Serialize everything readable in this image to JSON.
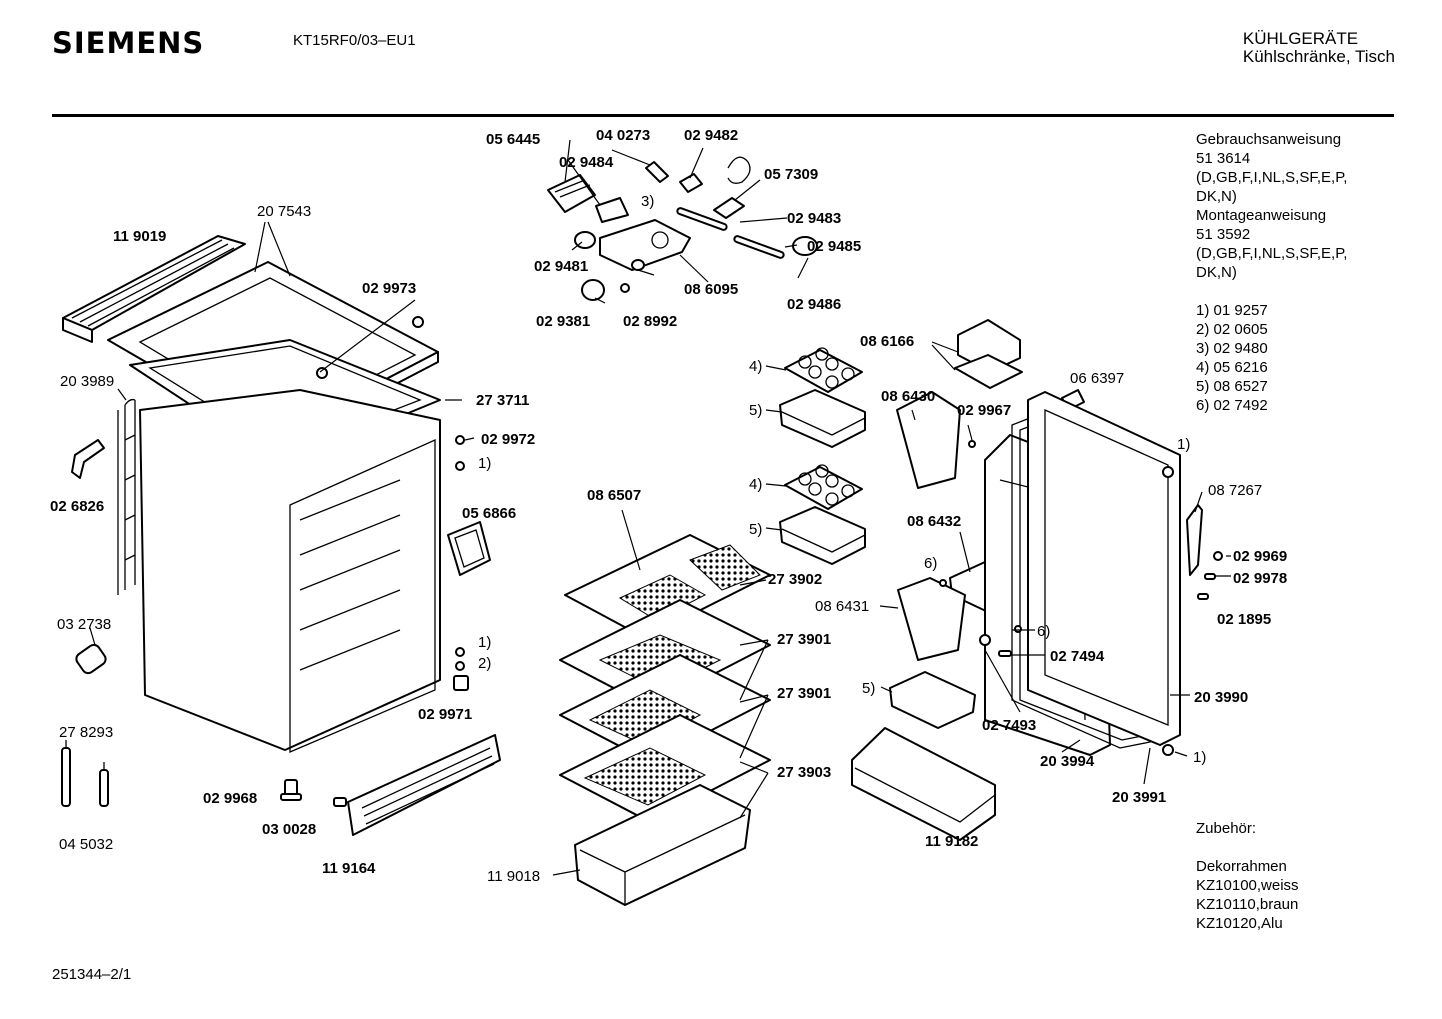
{
  "header": {
    "brand": "SIEMENS",
    "model": "KT15RF0/03–EU1",
    "category_line1": "KÜHLGERÄTE",
    "category_line2": "Kühlschränke, Tisch"
  },
  "sidebar": {
    "lines": [
      "Gebrauchsanweisung",
      "51 3614",
      "(D,GB,F,I,NL,S,SF,E,P,",
      "DK,N)",
      "Montageanweisung",
      "51 3592",
      "(D,GB,F,I,NL,S,SF,E,P,",
      "DK,N)"
    ],
    "footnotes": [
      "1)  01 9257",
      "2)  02 0605",
      "3)  02 9480",
      "4)  05 6216",
      "5)  08 6527",
      "6)  02 7492"
    ]
  },
  "accessories": {
    "heading": "Zubehör:",
    "lines": [
      "Dekorrahmen",
      "KZ10100,weiss",
      "KZ10110,braun",
      "KZ10120,Alu"
    ]
  },
  "footer": {
    "doc_number": "251344–2/1"
  },
  "labels": {
    "p_119019": "11 9019",
    "p_207543": "20 7543",
    "p_029973": "02 9973",
    "p_203989": "20 3989",
    "p_273711": "27 3711",
    "p_029972": "02 9972",
    "fn_1a": "1)",
    "p_026826": "02 6826",
    "p_056866": "05 6866",
    "p_032738": "03 2738",
    "fn_1b": "1)",
    "fn_2": "2)",
    "p_029971": "02 9971",
    "p_278293": "27 8293",
    "p_045032": "04 5032",
    "p_029968": "02 9968",
    "p_030028": "03 0028",
    "p_119164": "11 9164",
    "p_056445": "05 6445",
    "p_040273": "04 0273",
    "p_029482": "02 9482",
    "p_029484": "02 9484",
    "p_057309": "05 7309",
    "fn_3": "3)",
    "p_029483": "02 9483",
    "p_029485": "02 9485",
    "p_029481": "02 9481",
    "p_086095": "08 6095",
    "p_029486": "02 9486",
    "p_029381": "02 9381",
    "p_028992": "02 8992",
    "p_086166": "08 6166",
    "fn_4a": "4)",
    "fn_5a": "5)",
    "p_086430": "08 6430",
    "p_029967": "02 9967",
    "p_066397": "06 6397",
    "fn_4b": "4)",
    "fn_5b": "5)",
    "p_086507": "08 6507",
    "p_273902": "27 3902",
    "p_273901a": "27 3901",
    "p_273901b": "27 3901",
    "p_273903": "27 3903",
    "p_119018": "11 9018",
    "p_086432": "08 6432",
    "fn_6a": "6)",
    "p_086431": "08 6431",
    "fn_6b": "6)",
    "p_027494": "02 7494",
    "fn_5c": "5)",
    "p_027493": "02 7493",
    "p_203994": "20 3994",
    "p_119182": "11 9182",
    "fn_1c": "1)",
    "p_087267": "08 7267",
    "p_029969": "02 9969",
    "p_029978": "02 9978",
    "p_021895": "02 1895",
    "p_203990": "20 3990",
    "fn_1d": "1)",
    "p_203991": "20 3991"
  }
}
